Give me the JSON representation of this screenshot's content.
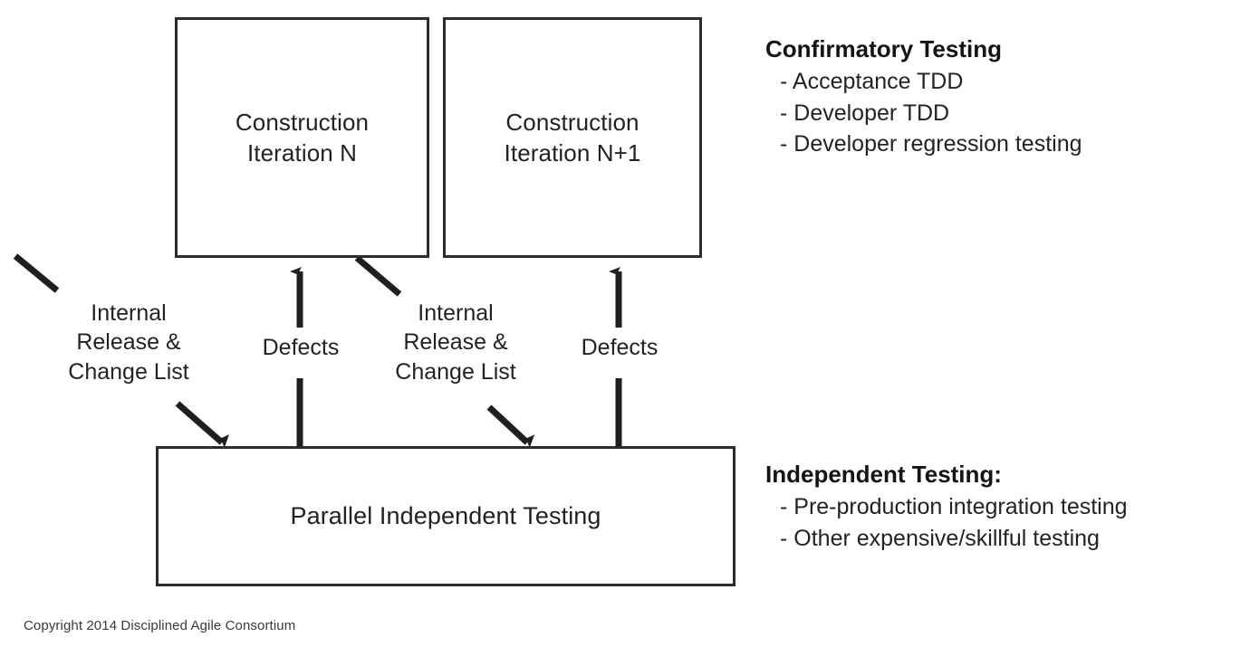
{
  "diagram": {
    "nodes": [
      {
        "id": "iteration-n",
        "label": "Construction\nIteration N"
      },
      {
        "id": "iteration-n-plus-1",
        "label": "Construction\nIteration N+1"
      },
      {
        "id": "parallel-testing",
        "label": "Parallel Independent Testing"
      }
    ],
    "edge_labels": {
      "release_change_list_1": "Internal\nRelease &\nChange List",
      "defects_1": "Defects",
      "release_change_list_2": "Internal\nRelease &\nChange List",
      "defects_2": "Defects"
    },
    "line_color": "#1f1f1f"
  },
  "annotations": {
    "confirmatory": {
      "title": "Confirmatory Testing",
      "items": [
        "- Acceptance TDD",
        "- Developer TDD",
        "- Developer regression testing"
      ]
    },
    "independent": {
      "title": "Independent Testing:",
      "items": [
        "- Pre-production integration testing",
        "- Other expensive/skillful testing"
      ]
    }
  },
  "footer": {
    "copyright": "Copyright 2014 Disciplined Agile Consortium"
  }
}
